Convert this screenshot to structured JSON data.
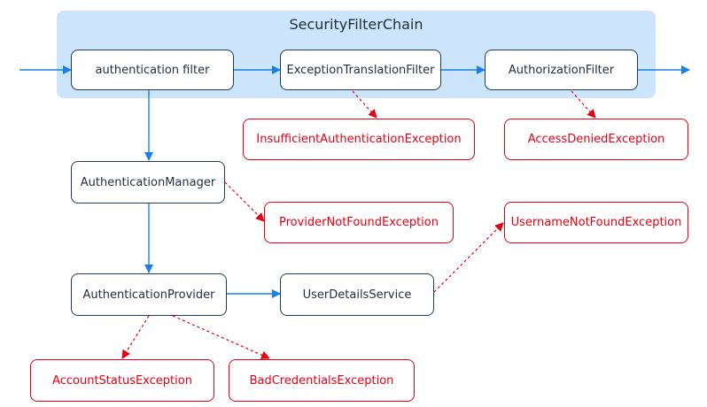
{
  "chain": {
    "title": "SecurityFilterChain"
  },
  "nodes": {
    "authentication_filter": "authentication filter",
    "exception_translation_filter": "ExceptionTranslationFilter",
    "authorization_filter": "AuthorizationFilter",
    "authentication_manager": "AuthenticationManager",
    "authentication_provider": "AuthenticationProvider",
    "user_details_service": "UserDetailsService"
  },
  "exceptions": {
    "insufficient_authentication": "InsufficientAuthenticationException",
    "access_denied": "AccessDeniedException",
    "provider_not_found": "ProviderNotFoundException",
    "username_not_found": "UsernameNotFoundException",
    "account_status": "AccountStatusException",
    "bad_credentials": "BadCredentialsException"
  },
  "colors": {
    "chain_background": "#cce5fb",
    "flow_arrow": "#1a7ee8",
    "exception": "#e60012",
    "component_border": "#1f3a5a"
  }
}
